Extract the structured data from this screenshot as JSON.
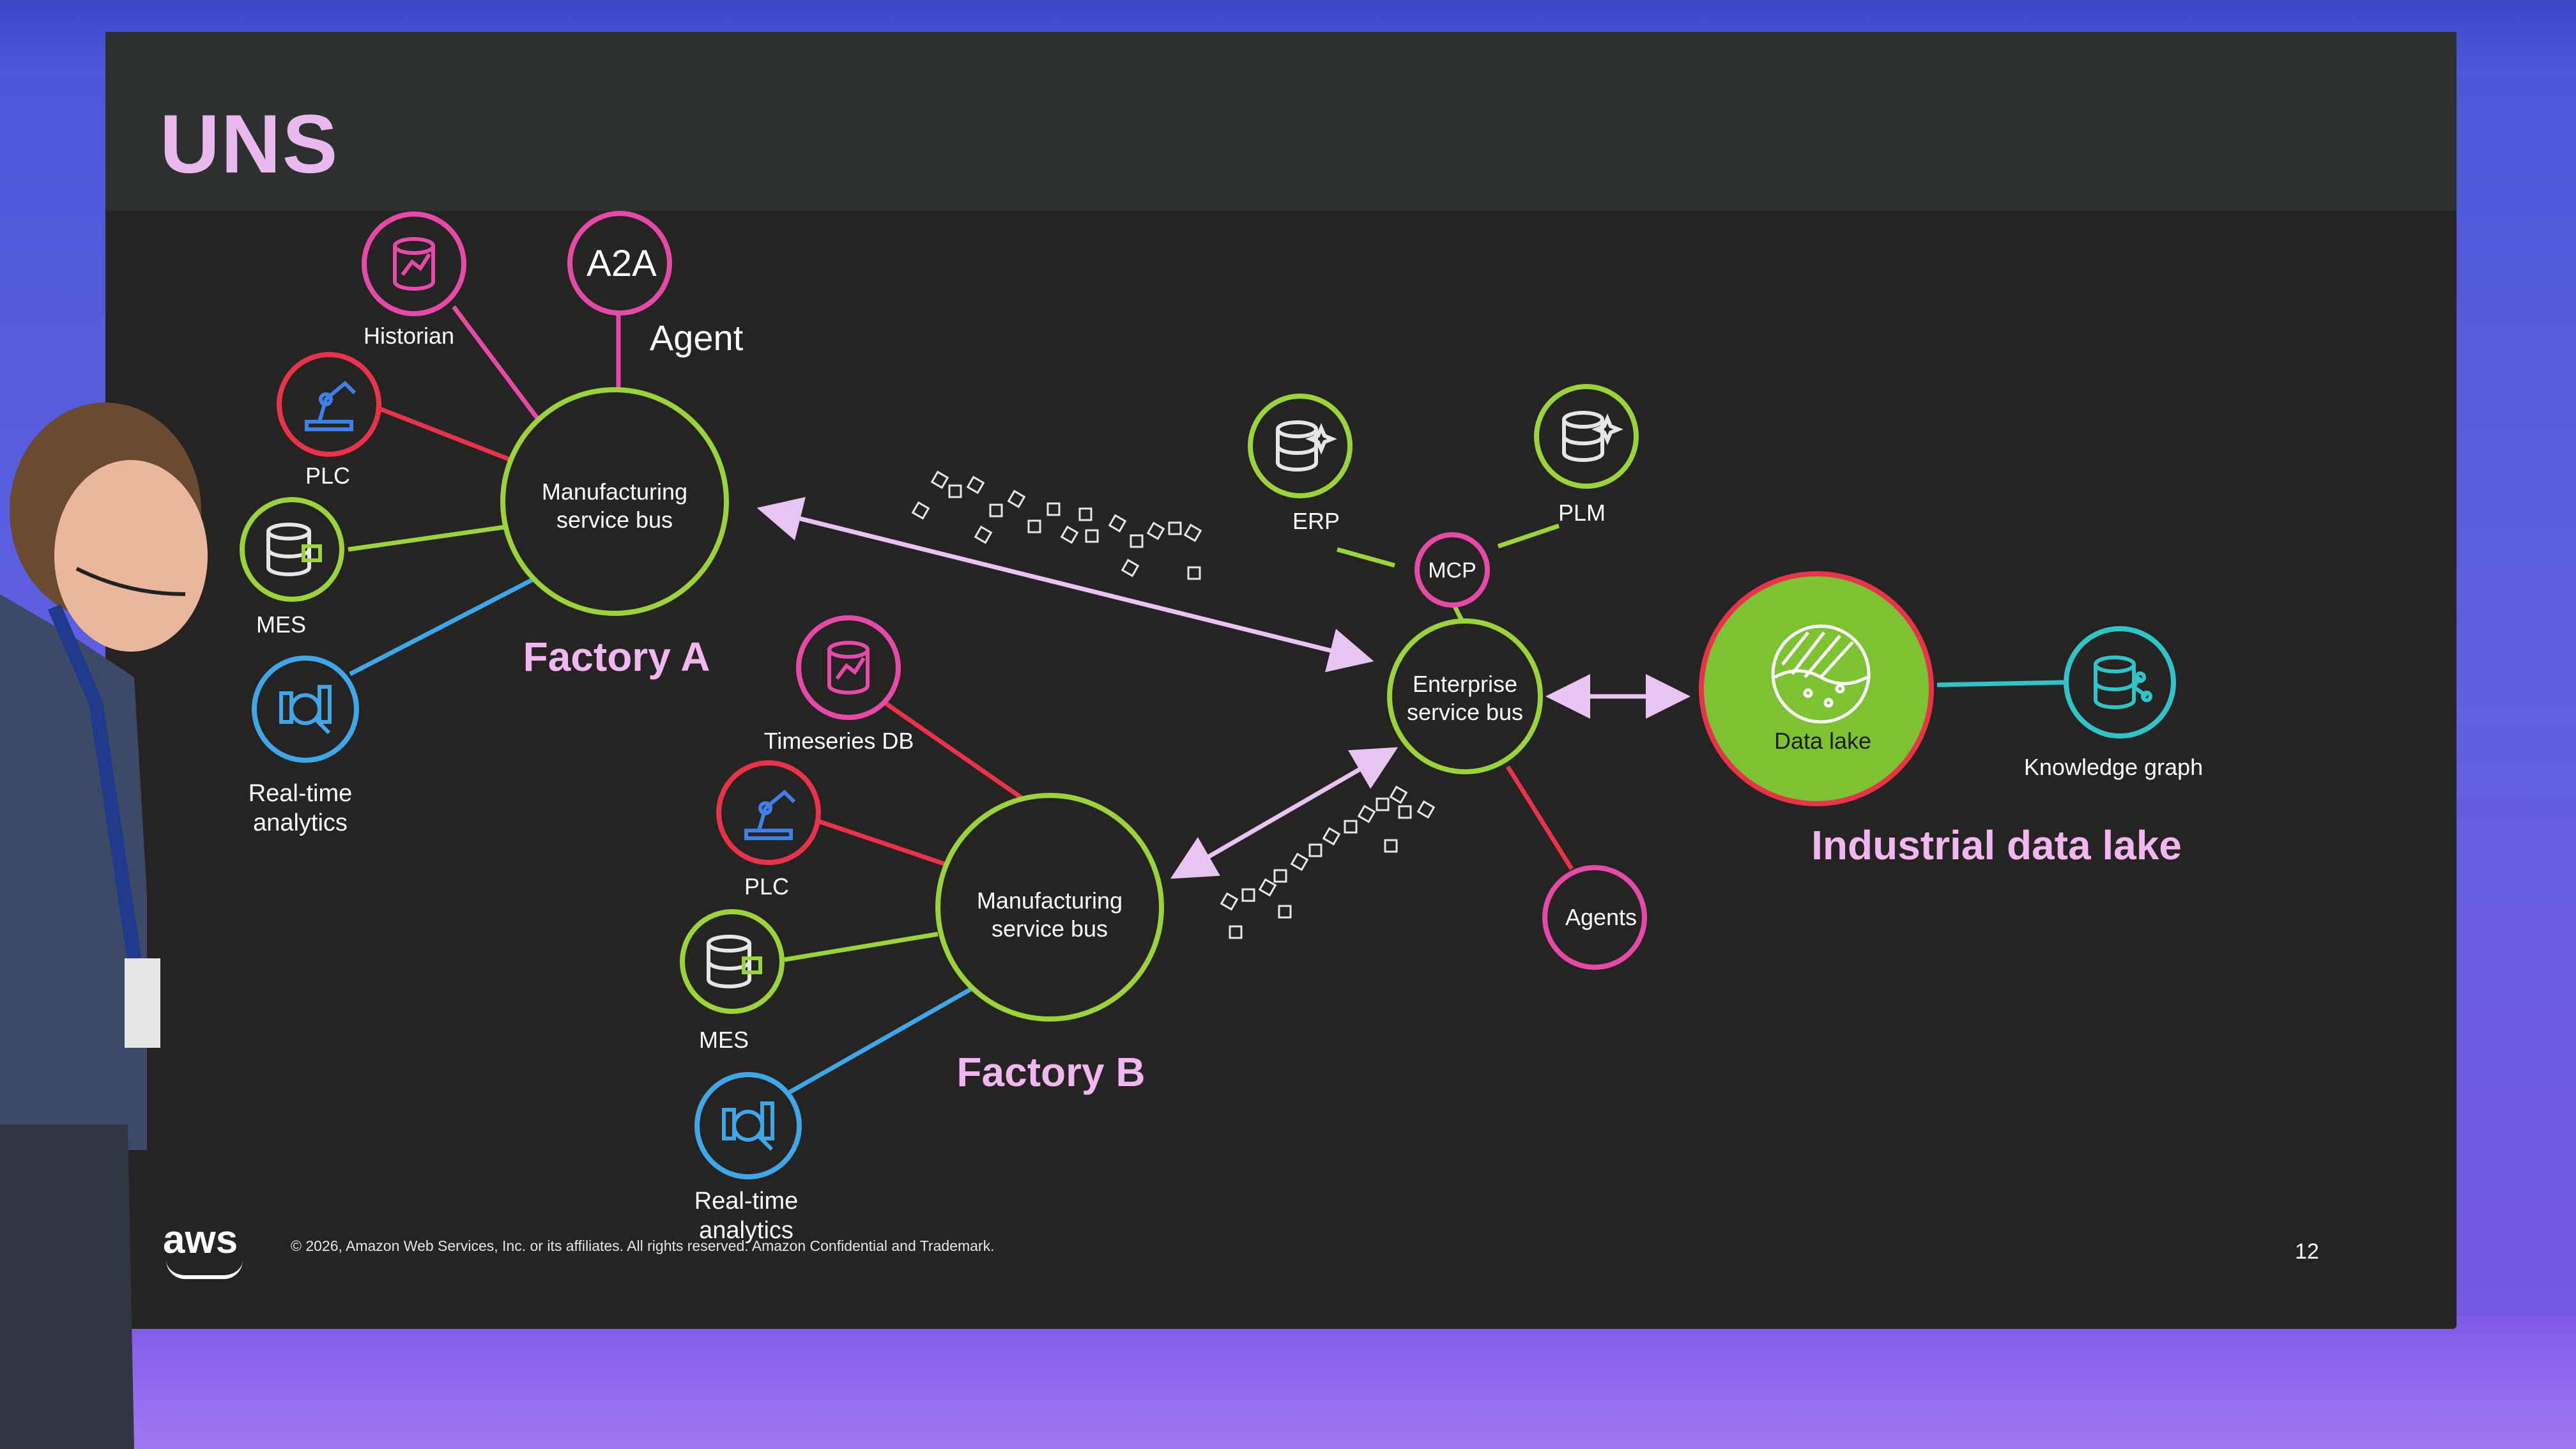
{
  "slide": {
    "title": "UNS",
    "footer": "© 2026, Amazon Web Services, Inc. or its affiliates. All rights reserved. Amazon Confidential and Trademark.",
    "page_number": "12",
    "logo": "aws"
  },
  "factory_a": {
    "label": "Factory A",
    "bus": [
      "Manufacturing",
      "service bus"
    ],
    "historian": "Historian",
    "agent": "Agent",
    "a2a": "A2A",
    "plc": "PLC",
    "mes": "MES",
    "analytics": [
      "Real-time",
      "analytics"
    ]
  },
  "factory_b": {
    "label": "Factory B",
    "bus": [
      "Manufacturing",
      "service bus"
    ],
    "timeseries": "Timeseries DB",
    "plc": "PLC",
    "mes": "MES",
    "analytics": [
      "Real-time",
      "analytics"
    ]
  },
  "enterprise": {
    "bus": [
      "Enterprise",
      "service bus"
    ],
    "mcp": "MCP",
    "erp": "ERP",
    "plm": "PLM",
    "agents": "Agents"
  },
  "lake": {
    "label": "Industrial data lake",
    "data_lake": "Data lake",
    "knowledge_graph": "Knowledge graph"
  },
  "colors": {
    "pink": "#e64aa8",
    "red": "#e8334a",
    "green": "#9ad43a",
    "blue": "#3fa6e8",
    "teal": "#2fc4c8",
    "lavender": "#e8c4f2",
    "lake_fill": "#7cc232"
  },
  "icons": {
    "historian": "database-chart-icon",
    "plc": "robot-arm-icon",
    "mes": "database-icon",
    "analytics": "magnify-chart-icon",
    "erp": "database-sparkle-icon",
    "plm": "database-sparkle-icon",
    "knowledge_graph": "database-graph-icon",
    "data_lake": "lake-icon"
  }
}
